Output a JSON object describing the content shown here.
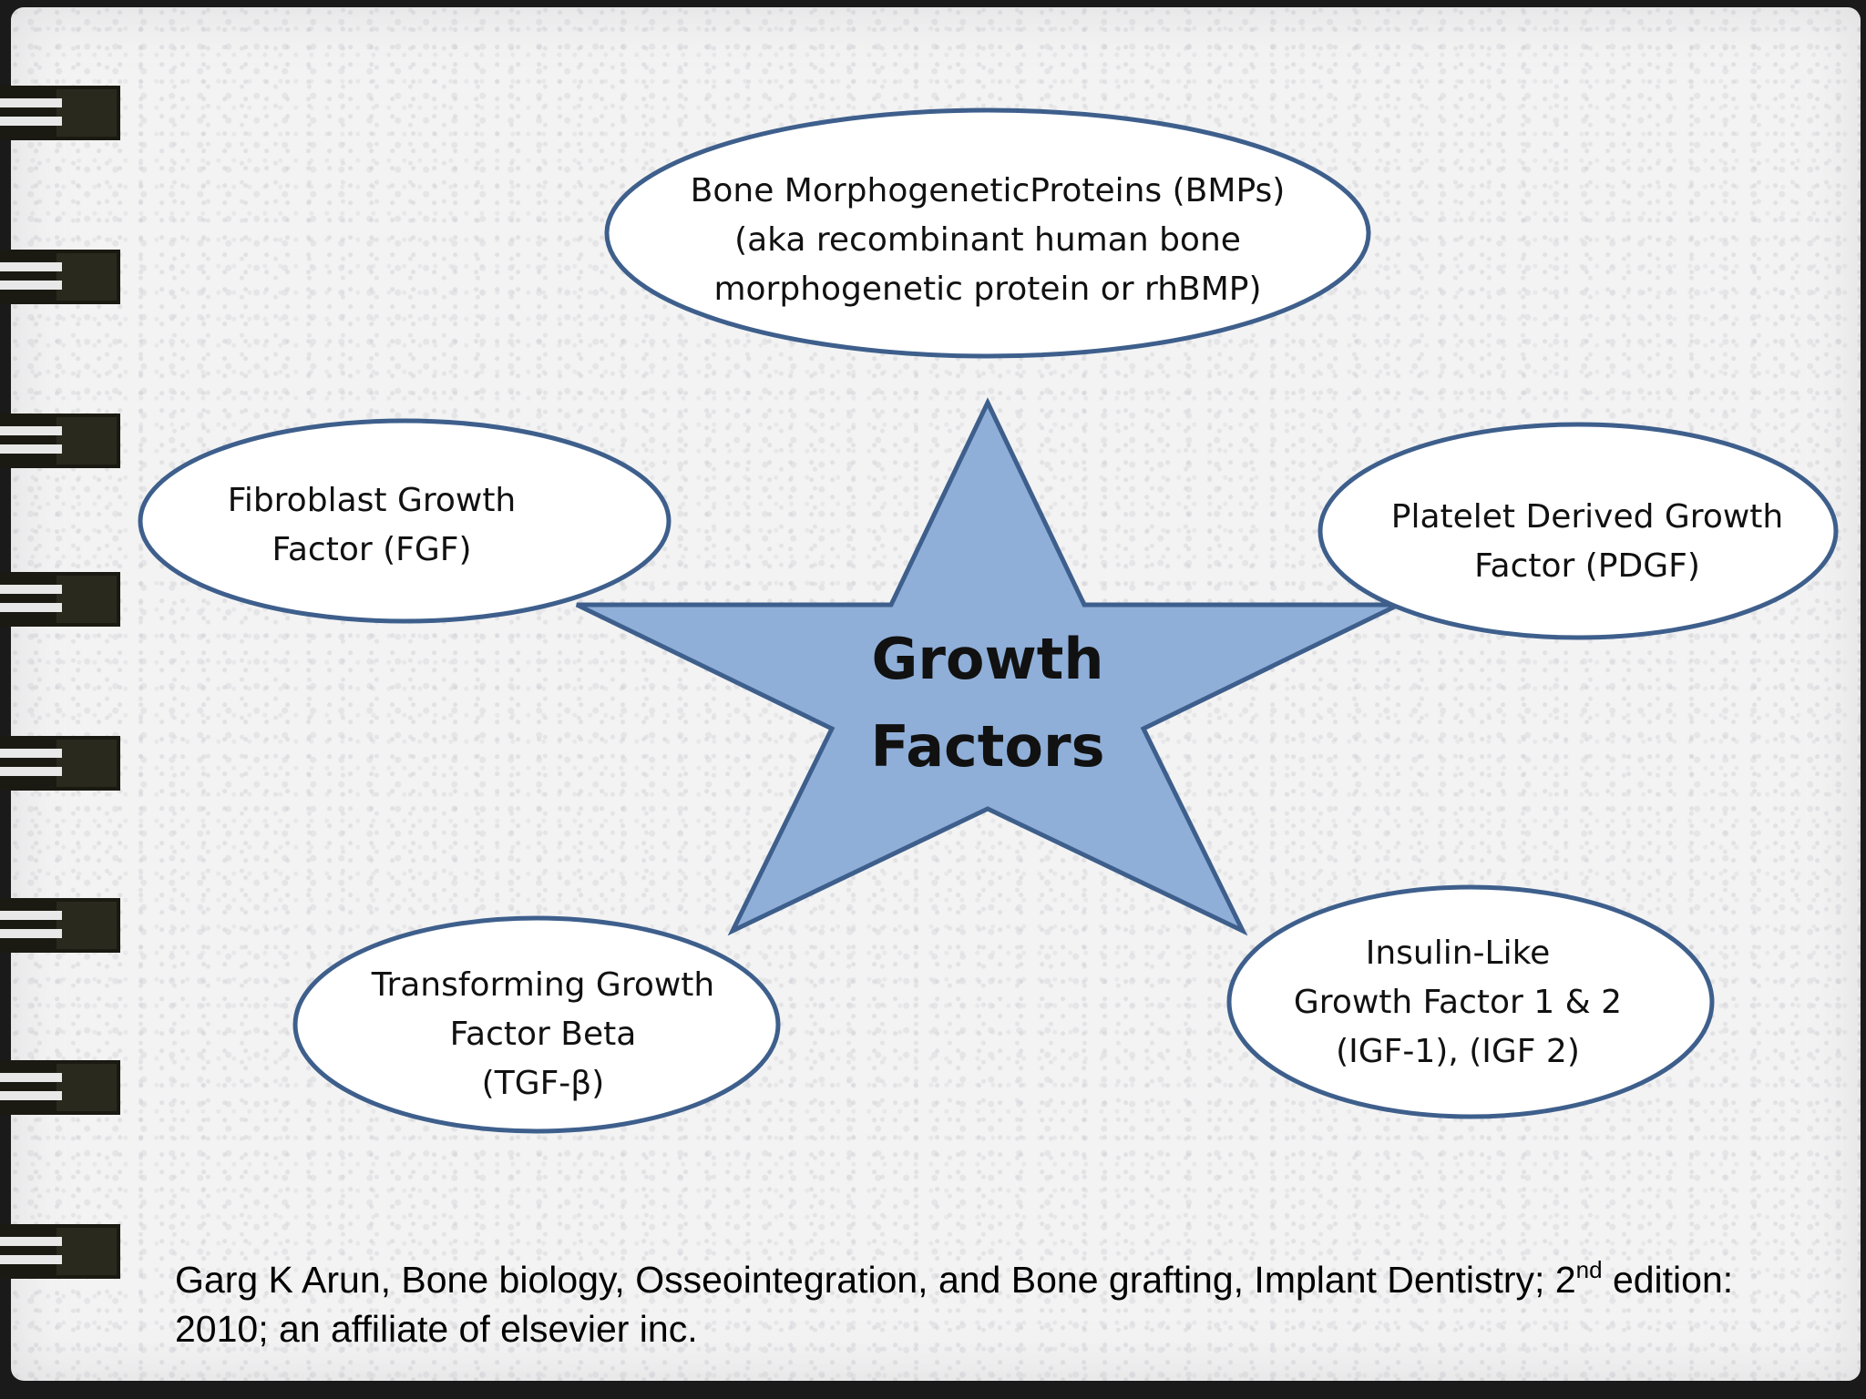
{
  "center": {
    "label": "Growth\nFactors"
  },
  "nodes": [
    {
      "id": "bmp",
      "label": "Bone MorphogeneticProteins (BMPs)\n(aka recombinant human bone\nmorphogenetic protein or rhBMP)"
    },
    {
      "id": "fgf",
      "label": "Fibroblast Growth\nFactor (FGF)"
    },
    {
      "id": "pdgf",
      "label": "Platelet Derived Growth\nFactor (PDGF)"
    },
    {
      "id": "tgf",
      "label": "Transforming Growth\nFactor Beta\n(TGF-β)"
    },
    {
      "id": "igf",
      "label": "Insulin-Like\nGrowth Factor 1 & 2\n(IGF-1), (IGF 2)"
    }
  ],
  "citation": {
    "text_before": "Garg K Arun, Bone biology, Osseointegration, and Bone grafting, Implant Dentistry; 2",
    "superscript": "nd",
    "text_after": " edition: 2010; an affiliate of elsevier inc."
  },
  "colors": {
    "star_fill": "#8fafd9",
    "outline": "#3e5f8c",
    "ellipse_fill": "#ffffff"
  }
}
